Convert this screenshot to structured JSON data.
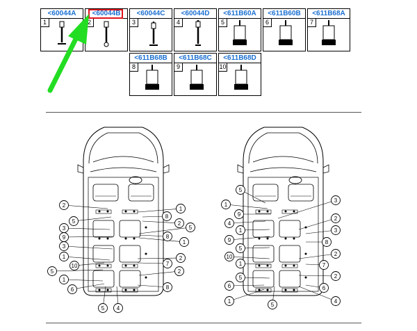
{
  "tools": [
    {
      "label": "<60044A",
      "num": "1",
      "shape": "rod-a"
    },
    {
      "label": "<60044B",
      "num": "2",
      "shape": "rod-b",
      "selected": true
    },
    {
      "label": "<60044C",
      "num": "3",
      "shape": "rod-c"
    },
    {
      "label": "<60044D",
      "num": "4",
      "shape": "rod-d"
    },
    {
      "label": "<611B60A",
      "num": "5",
      "shape": "cyl-a"
    },
    {
      "label": "<611B60B",
      "num": "6",
      "shape": "cyl-b"
    },
    {
      "label": "<611B68A",
      "num": "7",
      "shape": "cyl-c"
    },
    {
      "label": "<611B68B",
      "num": "8",
      "shape": "cyl-d"
    },
    {
      "label": "<611B68C",
      "num": "9",
      "shape": "cyl-e"
    },
    {
      "label": "<611B68D",
      "num": "10",
      "shape": "cyl-f"
    }
  ],
  "colors": {
    "label_blue": "#1a6fd1",
    "highlight_red": "#e0141e",
    "pointer_green": "#22dd22"
  },
  "pointer_icon": "green-arrow-icon",
  "left_plan_callouts": [
    "2",
    "1",
    "5",
    "8",
    "2",
    "3",
    "5",
    "9",
    "8",
    "1",
    "3",
    "1",
    "10",
    "7",
    "2",
    "5",
    "2",
    "1",
    "6",
    "8",
    "5",
    "4"
  ],
  "right_plan_callouts": [
    "5",
    "1",
    "9",
    "3",
    "4",
    "2",
    "1",
    "3",
    "9",
    "8",
    "5",
    "10",
    "2",
    "1",
    "7",
    "5",
    "2",
    "6",
    "6",
    "1",
    "5",
    "4"
  ]
}
